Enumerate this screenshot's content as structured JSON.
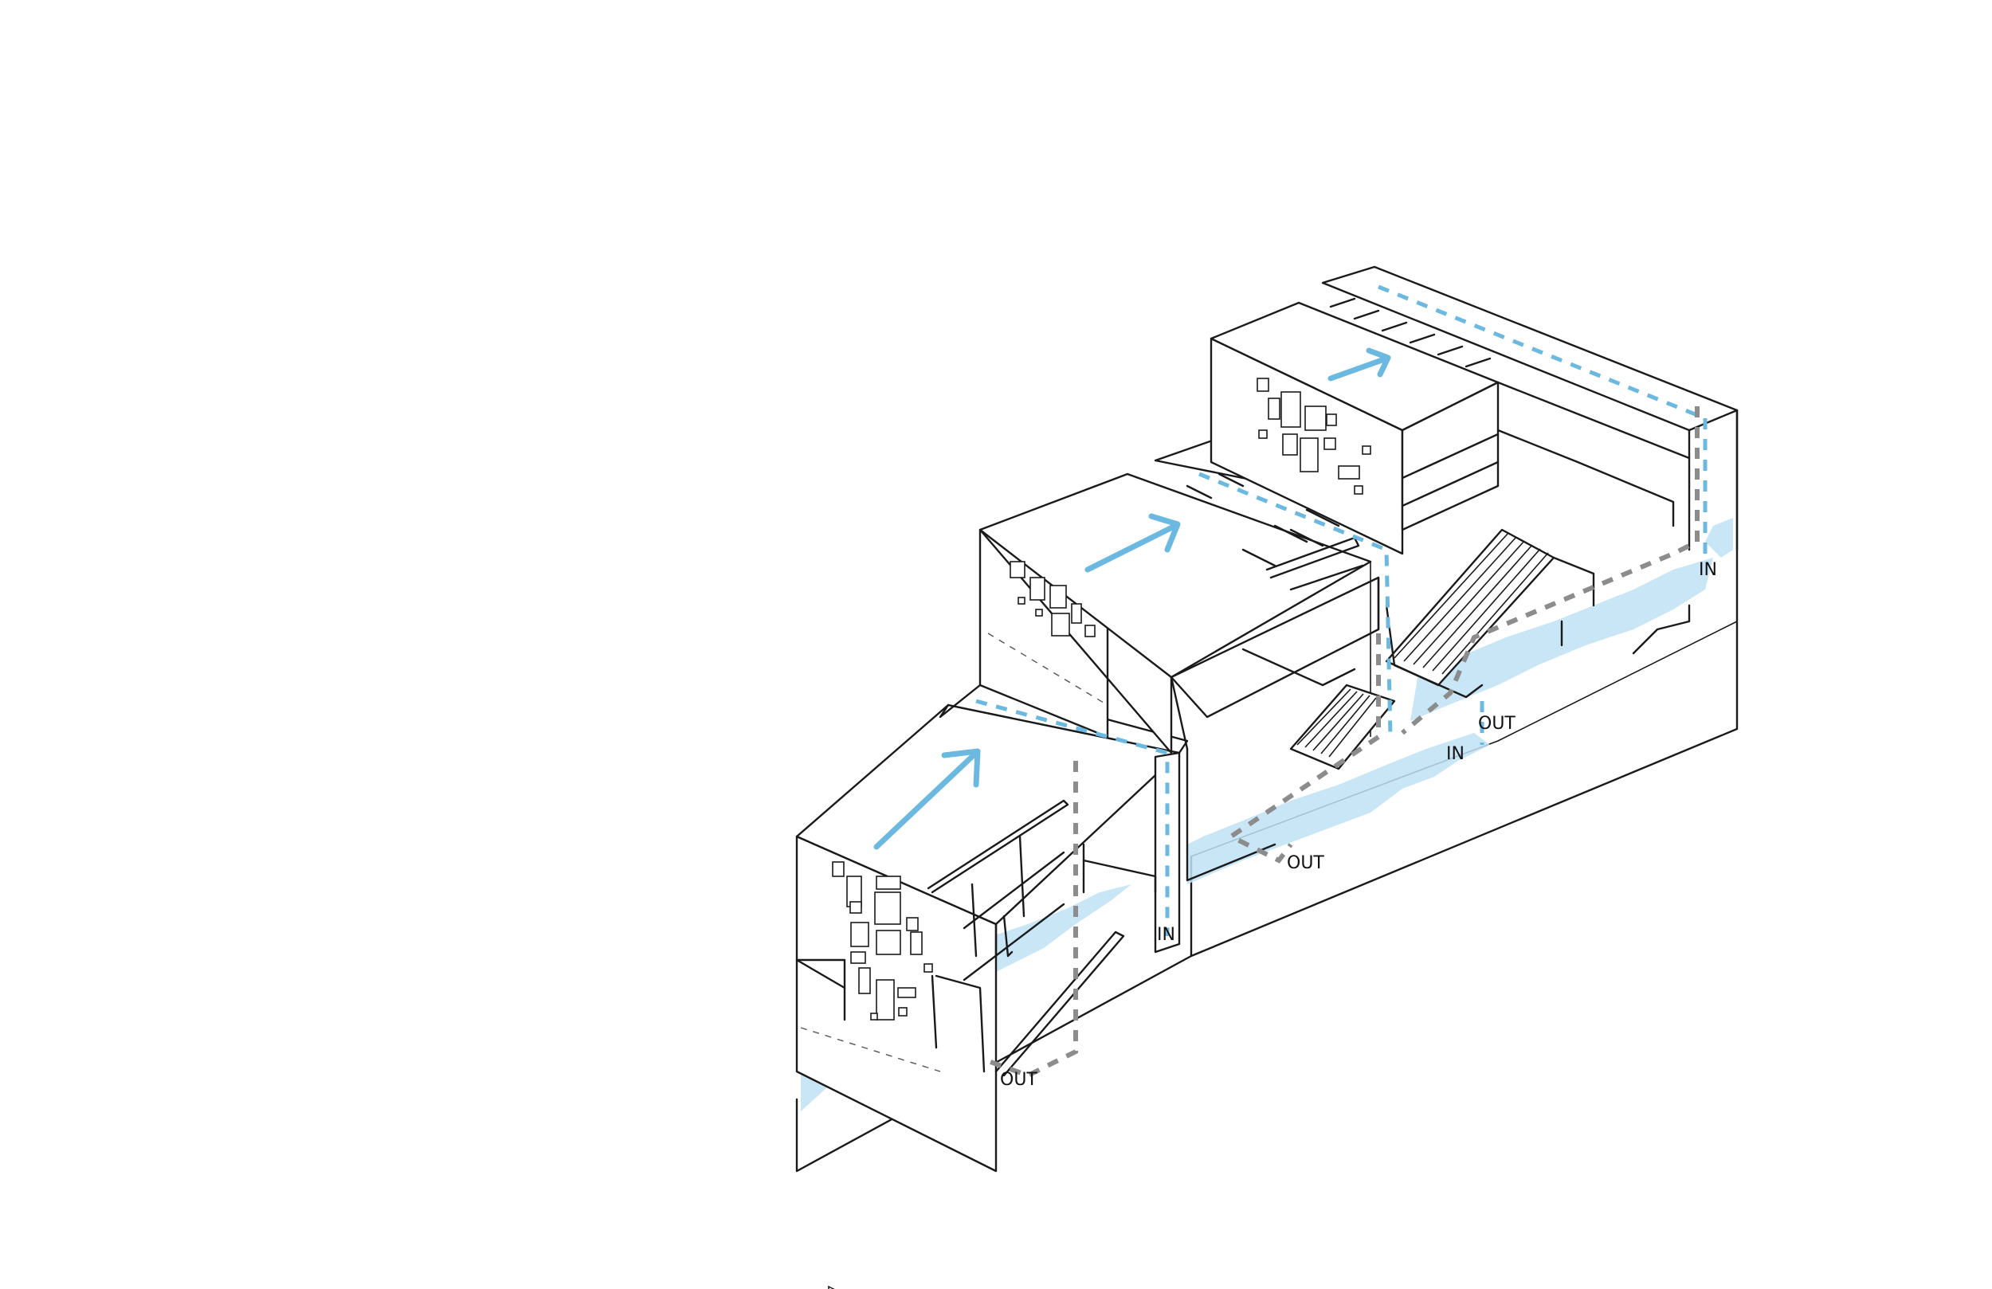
{
  "labels": {
    "in_1": "IN",
    "out_1": "OUT",
    "in_2": "IN",
    "out_2": "OUT",
    "out_3": "OUT",
    "in_3": "IN"
  },
  "colors": {
    "outline": "#1a1a1a",
    "water": "#bfe2f6",
    "flow_in": "#6bb9e0",
    "flow_out": "#8c8c8c",
    "arrow": "#6bb9e0",
    "background": "#ffffff"
  }
}
